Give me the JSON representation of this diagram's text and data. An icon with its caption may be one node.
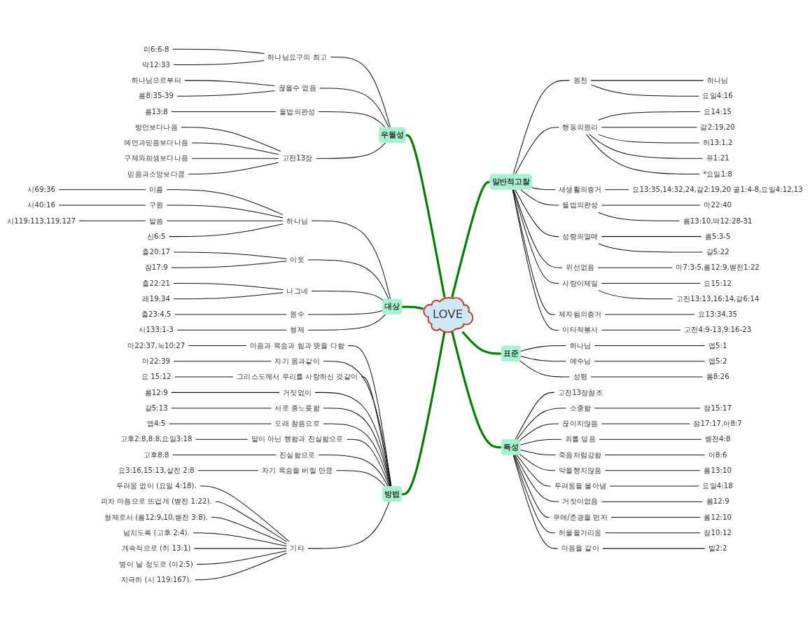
{
  "diagram": {
    "nodes": [
      {
        "text": [
          "LOVE"
        ]
      },
      {
        "text": [
          "우월성"
        ]
      },
      {
        "text": [
          "하나님요구의 최고"
        ]
      },
      {
        "text": [
          "미6:6-8"
        ]
      },
      {
        "text": [
          "막12:33"
        ]
      },
      {
        "text": [
          "끊을수 없음"
        ]
      },
      {
        "text": [
          "하나님으로부터"
        ]
      },
      {
        "text": [
          "롬8:35-39"
        ]
      },
      {
        "text": [
          "율법의완성"
        ]
      },
      {
        "text": [
          "롬13:8"
        ]
      },
      {
        "text": [
          "고전13장"
        ]
      },
      {
        "text": [
          "방언보다나음"
        ]
      },
      {
        "text": [
          "예언과믿음보다나음"
        ]
      },
      {
        "text": [
          "구제와희생보다나음"
        ]
      },
      {
        "text": [
          "믿음과소망보다큼"
        ]
      },
      {
        "text": [
          "대상"
        ]
      },
      {
        "text": [
          "하나님"
        ]
      },
      {
        "text": [
          "이름"
        ]
      },
      {
        "text": [
          "시69:36"
        ]
      },
      {
        "text": [
          "구원"
        ]
      },
      {
        "text": [
          "시40:16"
        ]
      },
      {
        "text": [
          "말씀"
        ]
      },
      {
        "text": [
          "시119:113,119,127"
        ]
      },
      {
        "text": [
          "신6:5"
        ]
      },
      {
        "text": [
          "이웃"
        ]
      },
      {
        "text": [
          "출20:17"
        ]
      },
      {
        "text": [
          "잠17:9"
        ]
      },
      {
        "text": [
          "나그네"
        ]
      },
      {
        "text": [
          "출22:21"
        ]
      },
      {
        "text": [
          "레19:34"
        ]
      },
      {
        "text": [
          "원수"
        ]
      },
      {
        "text": [
          "출23:4,5"
        ]
      },
      {
        "text": [
          "형제"
        ]
      },
      {
        "text": [
          "시133:1-3"
        ]
      },
      {
        "text": [
          "방법"
        ]
      },
      {
        "text": [
          "마음과 목숨과 힘과 뜻을 다함"
        ]
      },
      {
        "text": [
          "마22:37,눅10:27"
        ]
      },
      {
        "text": [
          "자기 몸과같이"
        ]
      },
      {
        "text": [
          "마22:39"
        ]
      },
      {
        "text": [
          "그리스도께서 우리를 사랑하신 것같이"
        ]
      },
      {
        "text": [
          "요 15:12"
        ]
      },
      {
        "text": [
          "거짓없이"
        ]
      },
      {
        "text": [
          "롬12:9"
        ]
      },
      {
        "text": [
          "서로 종노릇함"
        ]
      },
      {
        "text": [
          "갈5:13"
        ]
      },
      {
        "text": [
          "오래 참음으로"
        ]
      },
      {
        "text": [
          "엡4:5"
        ]
      },
      {
        "text": [
          "말이 아닌 행함과 진실함으로"
        ]
      },
      {
        "text": [
          "고후2:8,8:8,요일3:18"
        ]
      },
      {
        "text": [
          "진실함으로"
        ]
      },
      {
        "text": [
          "고후8:8"
        ]
      },
      {
        "text": [
          "자기 목숨을 버릴 만큼"
        ]
      },
      {
        "text": [
          "요3:16,15:13,살전 2:8"
        ]
      },
      {
        "text": [
          "기타"
        ]
      },
      {
        "text": [
          "두려움 없이 (요일 4:18)."
        ]
      },
      {
        "text": [
          "피차 마음으로 뜨겁게 (벧전 1:22)."
        ]
      },
      {
        "text": [
          "형제로서 (롬12:9,10,벧전 3:8)."
        ]
      },
      {
        "text": [
          "넘치도록 (고후 2:4)."
        ]
      },
      {
        "text": [
          "계속적으로 (히 13:1)"
        ]
      },
      {
        "text": [
          "병이 날 정도로 (아2:5)"
        ]
      },
      {
        "text": [
          "지극히 (시 119:167)."
        ]
      },
      {
        "text": [
          "일반적고찰"
        ]
      },
      {
        "text": [
          "원천"
        ]
      },
      {
        "text": [
          "하나님"
        ]
      },
      {
        "text": [
          "요일4:16"
        ]
      },
      {
        "text": [
          "행동의원리"
        ]
      },
      {
        "text": [
          "요14:15"
        ]
      },
      {
        "text": [
          "갈2:19,20"
        ]
      },
      {
        "text": [
          "히13:1,2"
        ]
      },
      {
        "text": [
          "유1:21"
        ]
      },
      {
        "text": [
          "*요일1:8"
        ]
      },
      {
        "text": [
          "새생활의증거"
        ]
      },
      {
        "text": [
          "요13:35,14:32,24,갈2:19,20 골1:4-8,요일4:12,13"
        ]
      },
      {
        "text": [
          "율법의완성"
        ]
      },
      {
        "text": [
          "마22:40"
        ]
      },
      {
        "text": [
          "롬13:10,막12:28-31"
        ]
      },
      {
        "text": [
          "성령의열매"
        ]
      },
      {
        "text": [
          "롬5:3-5"
        ]
      },
      {
        "text": [
          "갈5:22"
        ]
      },
      {
        "text": [
          "위선없음"
        ]
      },
      {
        "text": [
          "마7:3-5,롬12:9,벧전1:22"
        ]
      },
      {
        "text": [
          "사랑이제일"
        ]
      },
      {
        "text": [
          "요15:12"
        ]
      },
      {
        "text": [
          "고전13:13,16:14,갈6:14"
        ]
      },
      {
        "text": [
          "제자됨의증거"
        ]
      },
      {
        "text": [
          "요13:34,35"
        ]
      },
      {
        "text": [
          "이타적봉사"
        ]
      },
      {
        "text": [
          "고전4:9-13,9:16-23"
        ]
      },
      {
        "text": [
          "표준"
        ]
      },
      {
        "text": [
          "하나님"
        ]
      },
      {
        "text": [
          "엡5:1"
        ]
      },
      {
        "text": [
          "예수님"
        ]
      },
      {
        "text": [
          "엡5:2"
        ]
      },
      {
        "text": [
          "성령"
        ]
      },
      {
        "text": [
          "롬8:26"
        ]
      },
      {
        "text": [
          "특성"
        ]
      },
      {
        "text": [
          "고전13장참조"
        ]
      },
      {
        "text": [
          "소중함"
        ]
      },
      {
        "text": [
          "잠15:17"
        ]
      },
      {
        "text": [
          "끊이지않음"
        ]
      },
      {
        "text": [
          "잠17:17,아8:7"
        ]
      },
      {
        "text": [
          "죄를 덮음"
        ]
      },
      {
        "text": [
          "벧전4:8"
        ]
      },
      {
        "text": [
          "죽음처럼강함"
        ]
      },
      {
        "text": [
          "아8:6"
        ]
      },
      {
        "text": [
          "악을행치않음"
        ]
      },
      {
        "text": [
          "롬13:10"
        ]
      },
      {
        "text": [
          "두려움을 몰아냄"
        ]
      },
      {
        "text": [
          "요일4:18"
        ]
      },
      {
        "text": [
          "거짓이없음"
        ]
      },
      {
        "text": [
          "롬12:9"
        ]
      },
      {
        "text": [
          "우애/존경을 먼저"
        ]
      },
      {
        "text": [
          "롬12:10"
        ]
      },
      {
        "text": [
          "허물을가리움"
        ]
      },
      {
        "text": [
          "잠10:12"
        ]
      },
      {
        "text": [
          "마음을 같이"
        ]
      },
      {
        "text": [
          "빌2:2"
        ]
      }
    ],
    "edges": [
      {
        "from": 0,
        "to": 1,
        "arrow": "none",
        "style": "thick",
        "color": "#008000"
      },
      {
        "from": 1,
        "to": 2,
        "arrow": "none"
      },
      {
        "from": 2,
        "to": 3,
        "arrow": "none"
      },
      {
        "from": 2,
        "to": 4,
        "arrow": "none"
      },
      {
        "from": 1,
        "to": 5,
        "arrow": "none"
      },
      {
        "from": 5,
        "to": 6,
        "arrow": "none"
      },
      {
        "from": 5,
        "to": 7,
        "arrow": "none"
      },
      {
        "from": 1,
        "to": 8,
        "arrow": "none"
      },
      {
        "from": 8,
        "to": 9,
        "arrow": "none"
      },
      {
        "from": 1,
        "to": 10,
        "arrow": "none"
      },
      {
        "from": 10,
        "to": 11,
        "arrow": "none"
      },
      {
        "from": 10,
        "to": 12,
        "arrow": "none"
      },
      {
        "from": 10,
        "to": 13,
        "arrow": "none"
      },
      {
        "from": 10,
        "to": 14,
        "arrow": "none"
      },
      {
        "from": 0,
        "to": 15,
        "arrow": "none",
        "style": "thick",
        "color": "#008000"
      },
      {
        "from": 15,
        "to": 16,
        "arrow": "none"
      },
      {
        "from": 16,
        "to": 17,
        "arrow": "none"
      },
      {
        "from": 17,
        "to": 18,
        "arrow": "none"
      },
      {
        "from": 16,
        "to": 19,
        "arrow": "none"
      },
      {
        "from": 19,
        "to": 20,
        "arrow": "none"
      },
      {
        "from": 16,
        "to": 21,
        "arrow": "none"
      },
      {
        "from": 21,
        "to": 22,
        "arrow": "none"
      },
      {
        "from": 16,
        "to": 23,
        "arrow": "none"
      },
      {
        "from": 15,
        "to": 24,
        "arrow": "none"
      },
      {
        "from": 24,
        "to": 25,
        "arrow": "none"
      },
      {
        "from": 24,
        "to": 26,
        "arrow": "none"
      },
      {
        "from": 15,
        "to": 27,
        "arrow": "none"
      },
      {
        "from": 27,
        "to": 28,
        "arrow": "none"
      },
      {
        "from": 27,
        "to": 29,
        "arrow": "none"
      },
      {
        "from": 15,
        "to": 30,
        "arrow": "none"
      },
      {
        "from": 30,
        "to": 31,
        "arrow": "none"
      },
      {
        "from": 15,
        "to": 32,
        "arrow": "none"
      },
      {
        "from": 32,
        "to": 33,
        "arrow": "none"
      },
      {
        "from": 0,
        "to": 34,
        "arrow": "none",
        "style": "thick",
        "color": "#008000"
      },
      {
        "from": 34,
        "to": 35,
        "arrow": "none"
      },
      {
        "from": 35,
        "to": 36,
        "arrow": "none"
      },
      {
        "from": 34,
        "to": 37,
        "arrow": "none"
      },
      {
        "from": 37,
        "to": 38,
        "arrow": "none"
      },
      {
        "from": 34,
        "to": 39,
        "arrow": "none"
      },
      {
        "from": 39,
        "to": 40,
        "arrow": "none"
      },
      {
        "from": 34,
        "to": 41,
        "arrow": "none"
      },
      {
        "from": 41,
        "to": 42,
        "arrow": "none"
      },
      {
        "from": 34,
        "to": 43,
        "arrow": "none"
      },
      {
        "from": 43,
        "to": 44,
        "arrow": "none"
      },
      {
        "from": 34,
        "to": 45,
        "arrow": "none"
      },
      {
        "from": 45,
        "to": 46,
        "arrow": "none"
      },
      {
        "from": 34,
        "to": 47,
        "arrow": "none"
      },
      {
        "from": 47,
        "to": 48,
        "arrow": "none"
      },
      {
        "from": 34,
        "to": 49,
        "arrow": "none"
      },
      {
        "from": 49,
        "to": 50,
        "arrow": "none"
      },
      {
        "from": 34,
        "to": 51,
        "arrow": "none"
      },
      {
        "from": 51,
        "to": 52,
        "arrow": "none"
      },
      {
        "from": 34,
        "to": 53,
        "arrow": "none"
      },
      {
        "from": 53,
        "to": 54,
        "arrow": "none"
      },
      {
        "from": 53,
        "to": 55,
        "arrow": "none"
      },
      {
        "from": 53,
        "to": 56,
        "arrow": "none"
      },
      {
        "from": 53,
        "to": 57,
        "arrow": "none"
      },
      {
        "from": 53,
        "to": 58,
        "arrow": "none"
      },
      {
        "from": 53,
        "to": 59,
        "arrow": "none"
      },
      {
        "from": 53,
        "to": 60,
        "arrow": "none"
      },
      {
        "from": 0,
        "to": 61,
        "arrow": "none",
        "style": "thick",
        "color": "#008000"
      },
      {
        "from": 61,
        "to": 62,
        "arrow": "none"
      },
      {
        "from": 62,
        "to": 63,
        "arrow": "none"
      },
      {
        "from": 62,
        "to": 64,
        "arrow": "none"
      },
      {
        "from": 61,
        "to": 65,
        "arrow": "none"
      },
      {
        "from": 65,
        "to": 66,
        "arrow": "none"
      },
      {
        "from": 65,
        "to": 67,
        "arrow": "none"
      },
      {
        "from": 65,
        "to": 68,
        "arrow": "none"
      },
      {
        "from": 65,
        "to": 69,
        "arrow": "none"
      },
      {
        "from": 65,
        "to": 70,
        "arrow": "none"
      },
      {
        "from": 61,
        "to": 71,
        "arrow": "none"
      },
      {
        "from": 71,
        "to": 72,
        "arrow": "none"
      },
      {
        "from": 61,
        "to": 73,
        "arrow": "none"
      },
      {
        "from": 73,
        "to": 74,
        "arrow": "none"
      },
      {
        "from": 73,
        "to": 75,
        "arrow": "none"
      },
      {
        "from": 61,
        "to": 76,
        "arrow": "none"
      },
      {
        "from": 76,
        "to": 77,
        "arrow": "none"
      },
      {
        "from": 76,
        "to": 78,
        "arrow": "none"
      },
      {
        "from": 61,
        "to": 79,
        "arrow": "none"
      },
      {
        "from": 79,
        "to": 80,
        "arrow": "none"
      },
      {
        "from": 61,
        "to": 81,
        "arrow": "none"
      },
      {
        "from": 81,
        "to": 82,
        "arrow": "none"
      },
      {
        "from": 81,
        "to": 83,
        "arrow": "none"
      },
      {
        "from": 61,
        "to": 84,
        "arrow": "none"
      },
      {
        "from": 84,
        "to": 85,
        "arrow": "none"
      },
      {
        "from": 61,
        "to": 86,
        "arrow": "none"
      },
      {
        "from": 86,
        "to": 87,
        "arrow": "none"
      },
      {
        "from": 0,
        "to": 88,
        "arrow": "none",
        "style": "thick",
        "color": "#008000"
      },
      {
        "from": 88,
        "to": 89,
        "arrow": "none"
      },
      {
        "from": 89,
        "to": 90,
        "arrow": "none"
      },
      {
        "from": 88,
        "to": 91,
        "arrow": "none"
      },
      {
        "from": 91,
        "to": 92,
        "arrow": "none"
      },
      {
        "from": 88,
        "to": 93,
        "arrow": "none"
      },
      {
        "from": 93,
        "to": 94,
        "arrow": "none"
      },
      {
        "from": 0,
        "to": 95,
        "arrow": "none",
        "style": "thick",
        "color": "#008000"
      },
      {
        "from": 95,
        "to": 96,
        "arrow": "none"
      },
      {
        "from": 95,
        "to": 97,
        "arrow": "none"
      },
      {
        "from": 97,
        "to": 98,
        "arrow": "none"
      },
      {
        "from": 95,
        "to": 99,
        "arrow": "none"
      },
      {
        "from": 99,
        "to": 100,
        "arrow": "none"
      },
      {
        "from": 95,
        "to": 101,
        "arrow": "none"
      },
      {
        "from": 101,
        "to": 102,
        "arrow": "none"
      },
      {
        "from": 95,
        "to": 103,
        "arrow": "none"
      },
      {
        "from": 103,
        "to": 104,
        "arrow": "none"
      },
      {
        "from": 95,
        "to": 105,
        "arrow": "none"
      },
      {
        "from": 105,
        "to": 106,
        "arrow": "none"
      },
      {
        "from": 95,
        "to": 107,
        "arrow": "none"
      },
      {
        "from": 107,
        "to": 108,
        "arrow": "none"
      },
      {
        "from": 95,
        "to": 109,
        "arrow": "none"
      },
      {
        "from": 109,
        "to": 110,
        "arrow": "none"
      },
      {
        "from": 95,
        "to": 111,
        "arrow": "none"
      },
      {
        "from": 111,
        "to": 112,
        "arrow": "none"
      },
      {
        "from": 95,
        "to": 113,
        "arrow": "none"
      },
      {
        "from": 113,
        "to": 114,
        "arrow": "none"
      },
      {
        "from": 95,
        "to": 115,
        "arrow": "none"
      },
      {
        "from": 115,
        "to": 116,
        "arrow": "none"
      }
    ]
  }
}
